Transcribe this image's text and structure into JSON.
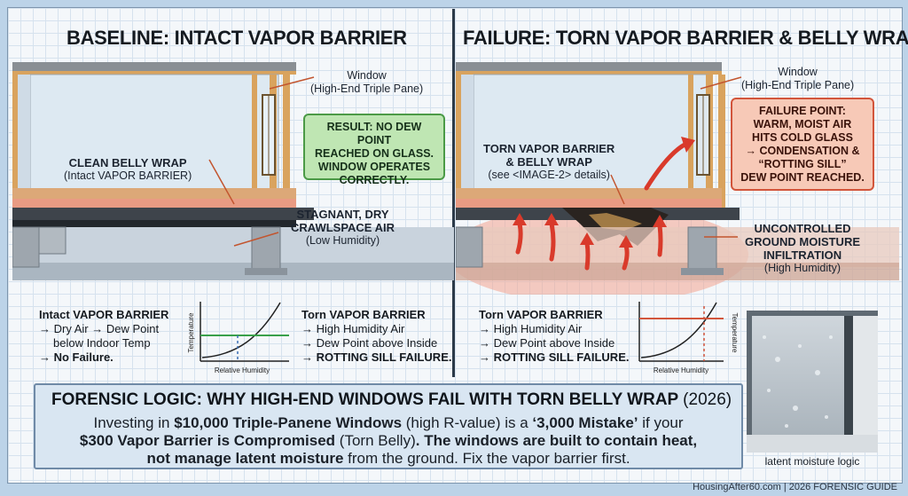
{
  "left_panel": {
    "title": "BASELINE: INTACT VAPOR BARRIER",
    "window_label": "Window",
    "window_sub": "(High-End Triple Pane)",
    "result_box": [
      "RESULT: NO DEW POINT",
      "REACHED ON GLASS.",
      "WINDOW OPERATES",
      "CORRECTLY."
    ],
    "belly_label": "CLEAN BELLY WRAP",
    "belly_sub": "(Intact VAPOR BARRIER)",
    "crawl_label_1": "STAGNANT, DRY",
    "crawl_label_2": "CRAWLSPACE AIR",
    "crawl_sub": "(Low Humidity)",
    "legend_intact": {
      "heading": "Intact VAPOR BARRIER",
      "l1": "→ Dry Air → Dew Point",
      "l2": "below Indoor Temp",
      "l3": "→ No Failure."
    },
    "legend_torn": {
      "heading": "Torn VAPOR BARRIER",
      "l1": "→ High Humidity Air",
      "l2": "→ Dew Point above Inside",
      "l3": "→ ROTTING SILL FAILURE."
    },
    "graph": {
      "y_label": "Temperature",
      "x_label": "Relative Humidity",
      "line_color": "#3aa04a"
    }
  },
  "right_panel": {
    "title": "FAILURE: TORN VAPOR BARRIER & BELLY WRAP",
    "window_label": "Window",
    "window_sub": "(High-End Triple Pane)",
    "failure_box": [
      "FAILURE POINT:",
      "WARM, MOIST AIR",
      "HITS COLD GLASS",
      "→ CONDENSATION &",
      "“ROTTING SILL”",
      "DEW POINT REACHED."
    ],
    "torn_label_1": "TORN VAPOR BARRIER",
    "torn_label_2": "& BELLY WRAP",
    "torn_sub": "(see <IMAGE-2> details)",
    "ground_1": "UNCONTROLLED",
    "ground_2": "GROUND MOISTURE",
    "ground_3": "INFILTRATION",
    "ground_sub": "(High Humidity)",
    "legend_torn": {
      "heading": "Torn VAPOR BARRIER",
      "l1": "→ High Humidity Air",
      "l2": "→ Dew Point above Inside",
      "l3": "→ ROTTING SILL FAILURE."
    },
    "graph": {
      "y_label": "Temperature",
      "x_label": "Relative Humidity",
      "line_color": "#d2553b"
    }
  },
  "footer": {
    "title": "FORENSIC LOGIC: WHY HIGH-END WINDOWS FAIL WITH TORN BELLY WRAP",
    "year": "(2026)",
    "t1": "Investing in ",
    "t2": "$10,000 Triple-Panene Windows",
    "t3": " (high R-value) is a ",
    "t4": "‘3,000 Mistake’",
    "t5": " if your",
    "t6": "$300 Vapor Barrier is Compromised",
    "t7": " (Torn Belly)",
    "t8": ". The windows are built ",
    "t9": "to contain heat,",
    "t10": "not manage latent moisture",
    "t11": " from the ground. Fix the vapor barrier first."
  },
  "photo_caption": "latent moisture logic",
  "credit": "HousingAfter60.com | 2026 FORENSIC GUIDE",
  "colors": {
    "green": "#4b9a46",
    "red": "#d2553b",
    "arrow": "#d93a2b"
  }
}
